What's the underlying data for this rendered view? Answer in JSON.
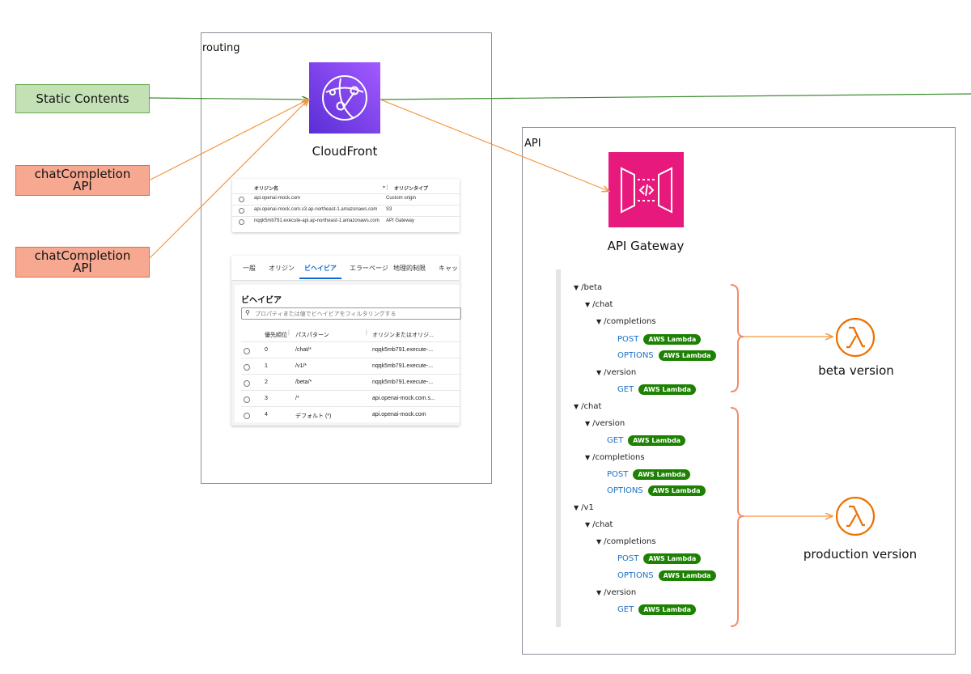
{
  "sources": {
    "static": "Static Contents",
    "chat1": [
      "chatCompletion",
      "API"
    ],
    "chat2": [
      "chatCompletion",
      "API"
    ]
  },
  "routing": {
    "frame_label": "routing",
    "service_label": "CloudFront",
    "origins": {
      "headers": [
        "オリジン名",
        "オリジンタイプ"
      ],
      "rows": [
        [
          "api.openai-mock.com",
          "Custom origin"
        ],
        [
          "api.openai-mock.com.s3.ap-northeast-1.amazonaws.com",
          "S3"
        ],
        [
          "nqqk5mb791.execute-api.ap-northeast-1.amazonaws.com",
          "API Gateway"
        ]
      ]
    },
    "behaviors": {
      "tabs": [
        "一般",
        "オリジン",
        "ビヘイビア",
        "エラーページ",
        "地理的制限",
        "キャッ"
      ],
      "title": "ビヘイビア",
      "search_placeholder": "プロパティまたは値でビヘイビアをフィルタリングする",
      "headers": [
        "優先順位",
        "パスパターン",
        "オリジンまたはオリジ..."
      ],
      "rows": [
        [
          "0",
          "/chat/*",
          "nqqk5mb791.execute-..."
        ],
        [
          "1",
          "/v1/*",
          "nqqk5mb791.execute-..."
        ],
        [
          "2",
          "/beta/*",
          "nqqk5mb791.execute-..."
        ],
        [
          "3",
          "/*",
          "api.openai-mock.com.s..."
        ],
        [
          "4",
          "デフォルト (*)",
          "api.openai-mock.com"
        ]
      ]
    }
  },
  "api": {
    "frame_label": "API",
    "service_label": "API Gateway",
    "tree": {
      "beta": "/beta",
      "beta_chat": "/chat",
      "beta_completions": "/completions",
      "beta_post": "POST",
      "beta_options": "OPTIONS",
      "beta_version": "/version",
      "beta_get": "GET",
      "chat": "/chat",
      "chat_version": "/version",
      "chat_get": "GET",
      "chat_completions": "/completions",
      "chat_post": "POST",
      "chat_options": "OPTIONS",
      "v1": "/v1",
      "v1_chat": "/chat",
      "v1_completions": "/completions",
      "v1_post": "POST",
      "v1_options": "OPTIONS",
      "v1_version": "/version",
      "v1_get": "GET"
    },
    "badge": "AWS Lambda",
    "beta_label": "beta version",
    "prod_label": "production version"
  },
  "colors": {
    "green_line": "#3c8d2f",
    "orange_line": "#f5963f",
    "cloudfront": "#7b3fe4",
    "apigw": "#e8197d",
    "lambda": "#ed7100",
    "brace": "#f58a6a"
  },
  "icons": {
    "cloudfront": "cloudfront-icon",
    "apigw": "api-gateway-icon",
    "lambda": "lambda-icon"
  }
}
